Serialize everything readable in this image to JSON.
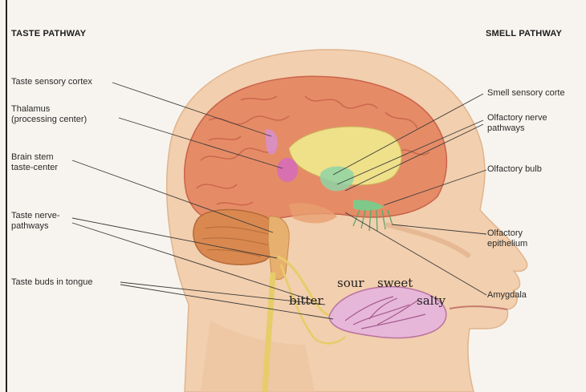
{
  "headers": {
    "taste": "TASTE PATHWAY",
    "smell": "SMELL PATHWAY"
  },
  "labels_left": {
    "taste_sensory_cortex": "Taste sensory cortex",
    "thalamus": "Thalamus\n(processing center)",
    "brain_stem": "Brain stem\ntaste-center",
    "taste_nerve": "Taste nerve-\npathways",
    "taste_buds": "Taste buds in tongue"
  },
  "labels_right": {
    "smell_cortex": "Smell sensory corte",
    "olfactory_nerve": "Olfactory nerve\npathways",
    "olfactory_bulb": "Olfactory bulb",
    "olfactory_epithelium": "Olfactory\nepithelium",
    "amygdala": "Amygdala"
  },
  "tastes": {
    "sour": "sour",
    "sweet": "sweet",
    "bitter": "bitter",
    "salty": "salty"
  },
  "colors": {
    "skin": "#f2cfae",
    "brain": "#e58c67",
    "brain_fold": "#c9624a",
    "cerebellum": "#d9894f",
    "nerve": "#e7cc6a",
    "tongue": "#d8a0c8",
    "olfactory": "#7ec98a",
    "limbic": "#efe08a",
    "thalamus": "#d56bb8",
    "leader_line": "#3a3a3a"
  }
}
